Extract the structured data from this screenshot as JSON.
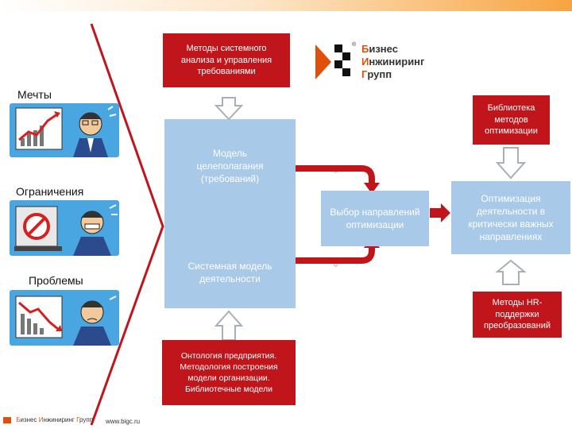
{
  "top_box": "Методы системного анализа и управления требованиями",
  "logo": {
    "line1_first": "Б",
    "line1_rest": "изнес",
    "line2_first": "И",
    "line2_rest": "нжиниринг",
    "line3_first": "Г",
    "line3_rest": "рупп"
  },
  "sections": {
    "dreams": "Мечты",
    "constraints": "Ограничения",
    "problems": "Проблемы"
  },
  "library_box": "Библиотека методов оптимизации",
  "goal_model": "Модель целеполагания (требований)",
  "system_model": "Системная модель деятельности",
  "selection_box": "Выбор направлений оптимизации",
  "optimization_box": "Оптимизация деятельности в критически важных направлениях",
  "hr_box": "Методы HR-поддержки преобразований",
  "ontology_box": "Онтология предприятия. Методология построения модели организации. Библиотечные модели",
  "footer": {
    "b": "Б",
    "b_rest": "изнес ",
    "i": "И",
    "i_rest": "нжиниринг ",
    "g": "Г",
    "g_rest": "рупп",
    "url": "www.bigc.ru"
  },
  "colors": {
    "red": "#c0151b",
    "light_blue": "#a8c9e8",
    "accent": "#e0500a"
  }
}
